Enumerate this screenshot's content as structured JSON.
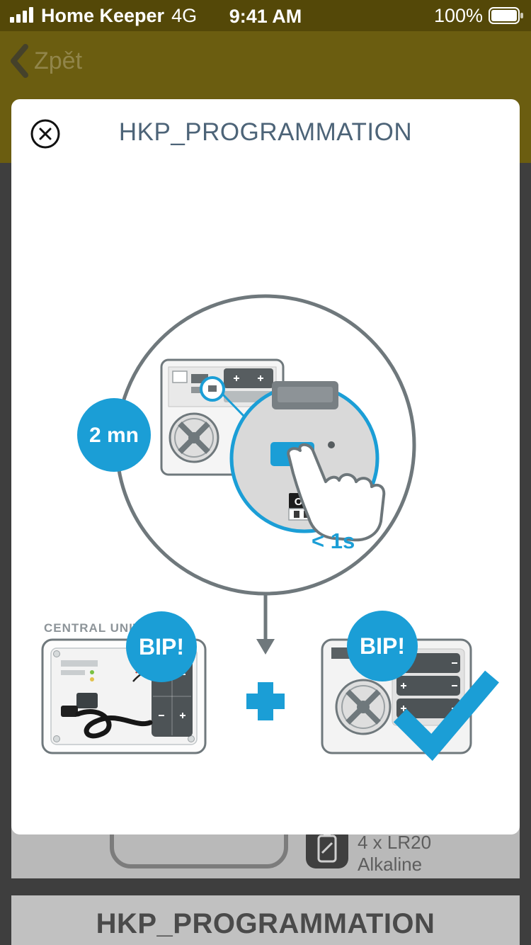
{
  "status_bar": {
    "carrier": "Home Keeper",
    "network": "4G",
    "time": "9:41 AM",
    "battery_percent": "100%"
  },
  "nav": {
    "back_label": "Zpět"
  },
  "modal": {
    "title": "HKP_PROGRAMMATION"
  },
  "diagram": {
    "duration_badge": "2 mn",
    "press_hint": "< 1s",
    "switch_label": "ON",
    "central_unit_label": "CENTRAL UNIT",
    "beep_left": "BIP!",
    "beep_right": "BIP!"
  },
  "underlying_page": {
    "battery_spec_line1": "4 x LR20",
    "battery_spec_line2": "Alkaline",
    "section_title": "HKP_PROGRAMMATION"
  },
  "icons": {
    "signal": "signal-bars-icon",
    "battery_status": "battery-icon",
    "back": "chevron-left-icon",
    "close": "close-circle-icon",
    "highlight": "button-highlight-circle",
    "press": "pointing-hand-icon",
    "combine": "plus-icon",
    "success": "checkmark-icon",
    "battery_spec": "battery-spec-icon"
  },
  "colors": {
    "accent_blue": "#1b9ed6",
    "outline_gray": "#6f787c",
    "title_color": "#4d6478",
    "statusbar_olive": "#544808",
    "navbar_olive": "#6b5d10"
  }
}
